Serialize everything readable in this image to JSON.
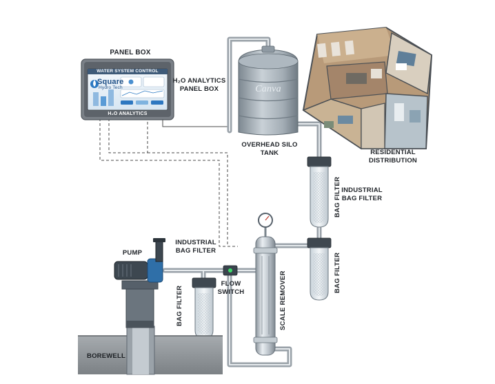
{
  "panel": {
    "heading": "PANEL BOX",
    "screen_title": "WATER SYSTEM CONTROL",
    "brand_line1": "Square",
    "brand_line2": "Hydro Tech",
    "footer": "H₂O ANALYTICS"
  },
  "labels": {
    "panel_box_line1": "H₂O ANALYTICS",
    "panel_box_line2": "PANEL BOX",
    "tank_brand": "Canva",
    "tank_line1": "OVERHEAD SILO",
    "tank_line2": "TANK",
    "residential_line1": "RESIDENTIAL",
    "residential_line2": "DISTRIBUTION",
    "pump": "PUMP",
    "industrial_left_line1": "INDUSTRIAL",
    "industrial_left_line2": "BAG FILTER",
    "bag_filter_left": "BAG FILTER",
    "flow_line1": "FLOW",
    "flow_line2": "SWITCH",
    "scale_remover": "SCALE REMOVER",
    "industrial_right_line1": "INDUSTRIAL",
    "industrial_right_line2": "BAG FILTER",
    "bag_filter_upper": "BAG FILTER",
    "bag_filter_lower": "BAG FILTER",
    "borewell": "BOREWELL"
  },
  "colors": {
    "pipe": "#a9b0b6",
    "pipe_highlight": "#e6eaed",
    "signal_wire": "#4a4a4a",
    "panel_frame": "#6b7178",
    "screen": "#eaf3fb",
    "tank": "#9aa4ad",
    "pump_body": "#3d4750",
    "pump_accent": "#2f6fa8",
    "ground": "#8d9296"
  }
}
